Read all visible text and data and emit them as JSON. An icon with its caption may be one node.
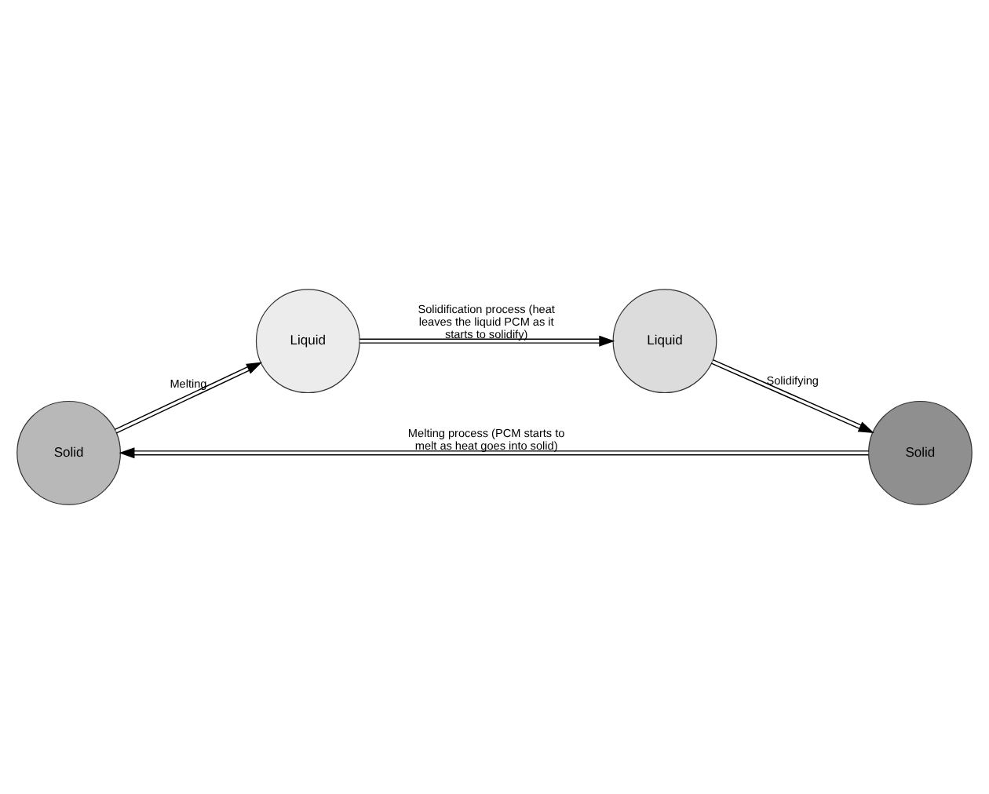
{
  "diagram": {
    "nodes": [
      {
        "text": [
          "Solid"
        ]
      },
      {
        "text": [
          "Liquid"
        ]
      },
      {
        "text": [
          "Liquid"
        ]
      },
      {
        "text": [
          "Solid"
        ]
      }
    ],
    "edges": [
      {
        "from": 3,
        "to": 0,
        "arrow": "to",
        "label": "Melting process (PCM starts to melt as heat goes into solid)"
      },
      {
        "from": 0,
        "to": 1,
        "arrow": "to",
        "label": "Melting"
      },
      {
        "from": 1,
        "to": 2,
        "arrow": "to",
        "label": "Solidification process (heat leaves the liquid PCM as it starts to solidify)"
      },
      {
        "from": 2,
        "to": 3,
        "arrow": "to",
        "label": "Solidifying"
      }
    ]
  }
}
